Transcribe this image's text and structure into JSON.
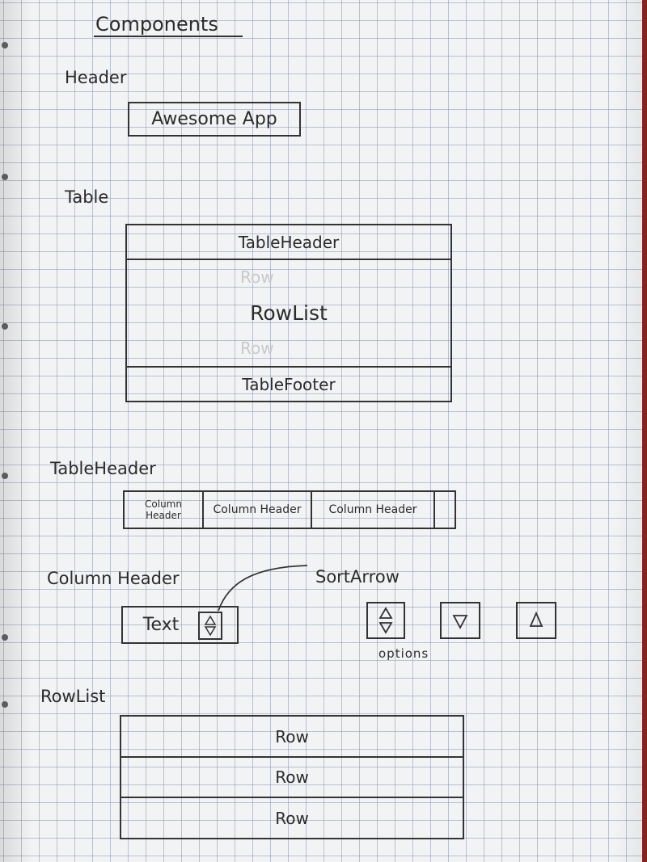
{
  "title": "Components",
  "header_section": {
    "label": "Header",
    "app_title": "Awesome App"
  },
  "table_section": {
    "label": "Table",
    "header": "TableHeader",
    "row_list": "RowList",
    "footer": "TableFooter"
  },
  "table_header_section": {
    "label": "TableHeader",
    "columns": [
      "Column Header",
      "Column Header",
      "Column Header"
    ]
  },
  "column_header_section": {
    "label": "Column Header",
    "text": "Text",
    "sort_arrow_label": "SortArrow",
    "options_label": "options"
  },
  "row_list_section": {
    "label": "RowList",
    "rows": [
      "Row",
      "Row",
      "Row"
    ]
  }
}
